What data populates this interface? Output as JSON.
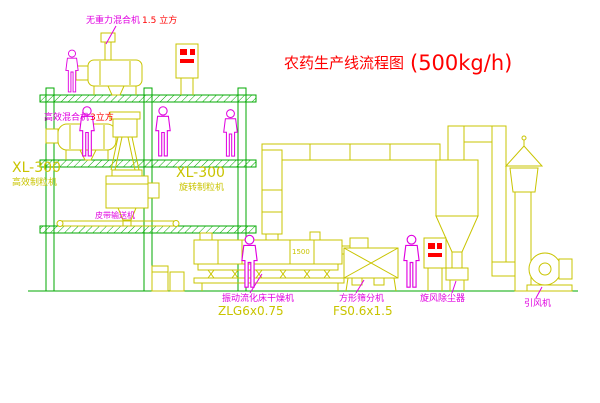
{
  "title": {
    "main": "农药生产线流程图",
    "capacity": "(500kg/h)"
  },
  "labels": {
    "gravity_mixer": {
      "name": "无重力混合机",
      "spec": "1.5 立方"
    },
    "efficient_mixer": {
      "name": "高效混合机",
      "spec": "3立方"
    },
    "granulator_left": {
      "model": "XL-300",
      "name": "高效制粒机"
    },
    "granulator_right": {
      "model": "XL-300",
      "name": "旋转制粒机"
    },
    "belt_conveyor": "皮带输送机",
    "dryer": {
      "name": "振动流化床干燥机",
      "model": "ZLG6x0.75"
    },
    "sifter": {
      "name": "方形筛分机",
      "model": "FS0.6x1.5"
    },
    "cyclone": "旋风除尘器",
    "fan": "引风机",
    "dim_1500": "1500"
  },
  "colors": {
    "background": "#ffffff",
    "green": "#00aa00",
    "yellow": "#c9c400",
    "magenta": "#e000e0",
    "red": "#ff0000"
  }
}
